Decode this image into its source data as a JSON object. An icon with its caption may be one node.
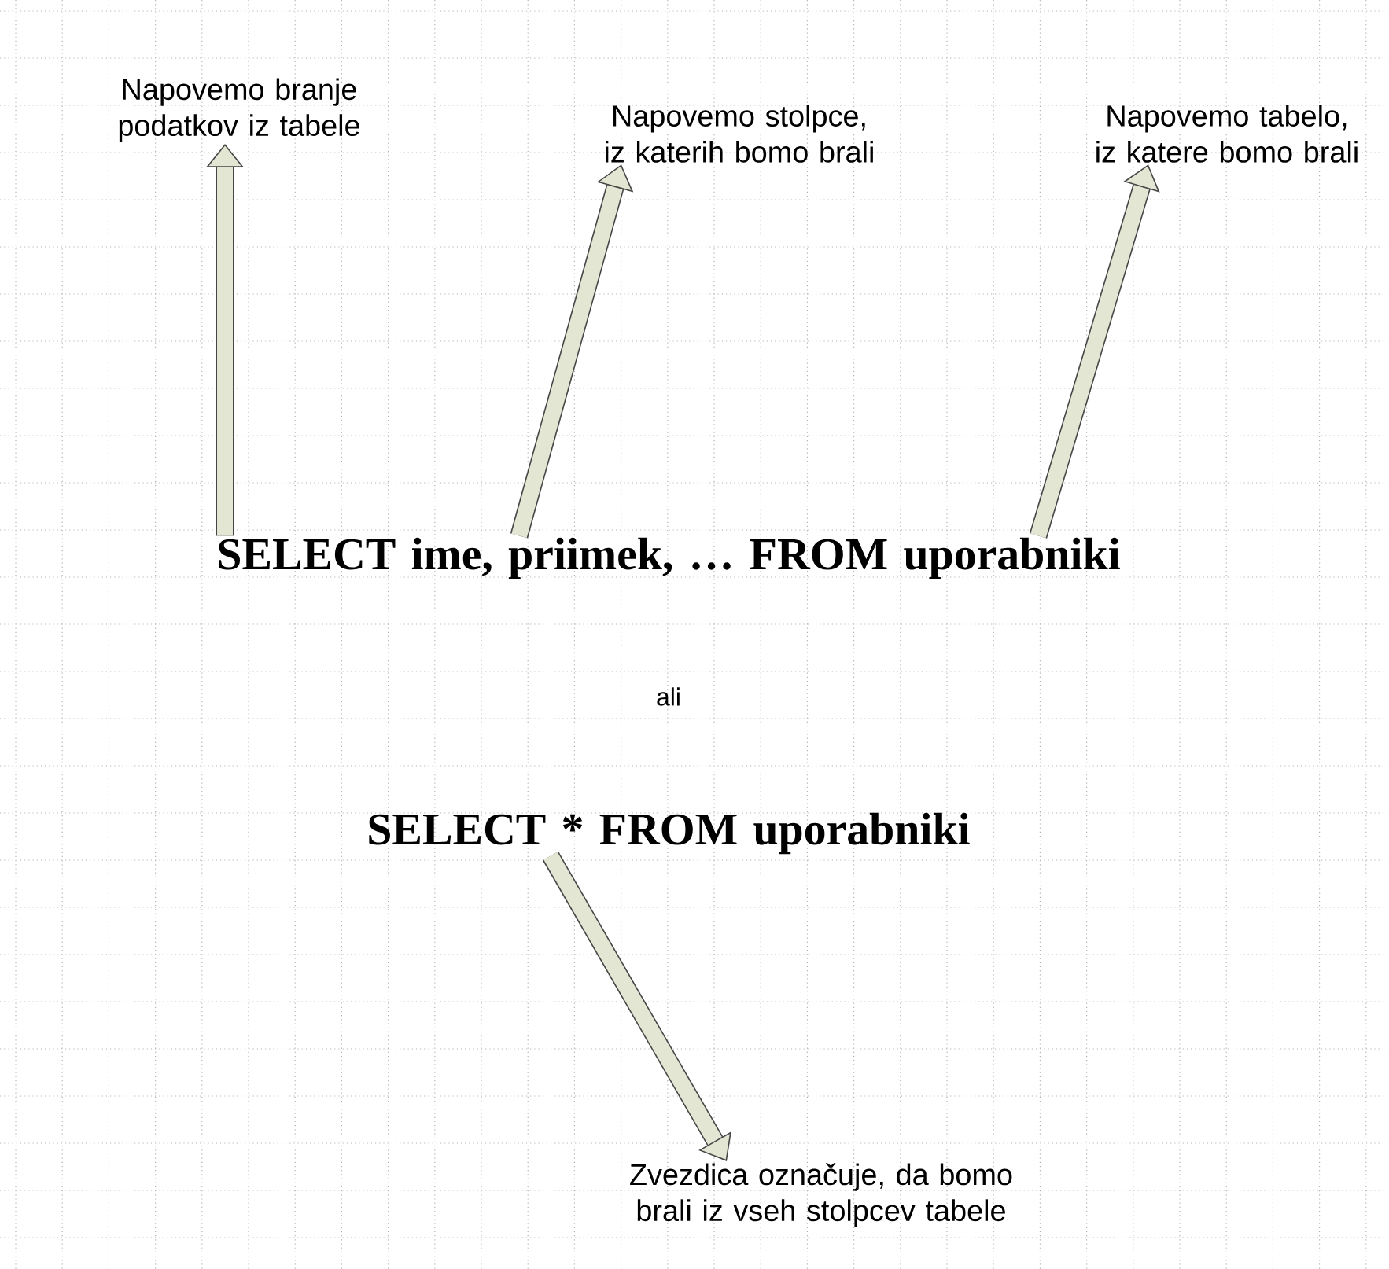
{
  "diagram": {
    "nodes": [
      {
        "text": [
          "Napovemo branje podatkov iz tabele"
        ]
      },
      {
        "text": [
          "Napovemo stolpce, iz katerih bomo brali"
        ]
      },
      {
        "text": [
          "Napovemo tabelo, iz katere bomo brali"
        ]
      },
      {
        "text": [
          "SELECT ime, priimek, … FROM uporabniki"
        ]
      },
      {
        "text": [
          "SELECT * FROM uporabniki"
        ]
      },
      {
        "text": [
          "Zvezdica označuje, da bomo brali iz vseh stolpcev tabele"
        ]
      }
    ],
    "edges": [
      {
        "from": 3,
        "to": 0,
        "arrow": "to"
      },
      {
        "from": 3,
        "to": 1,
        "arrow": "to"
      },
      {
        "from": 3,
        "to": 2,
        "arrow": "to"
      },
      {
        "from": 4,
        "to": 5,
        "arrow": "to"
      }
    ],
    "labels": [
      "ali"
    ]
  }
}
